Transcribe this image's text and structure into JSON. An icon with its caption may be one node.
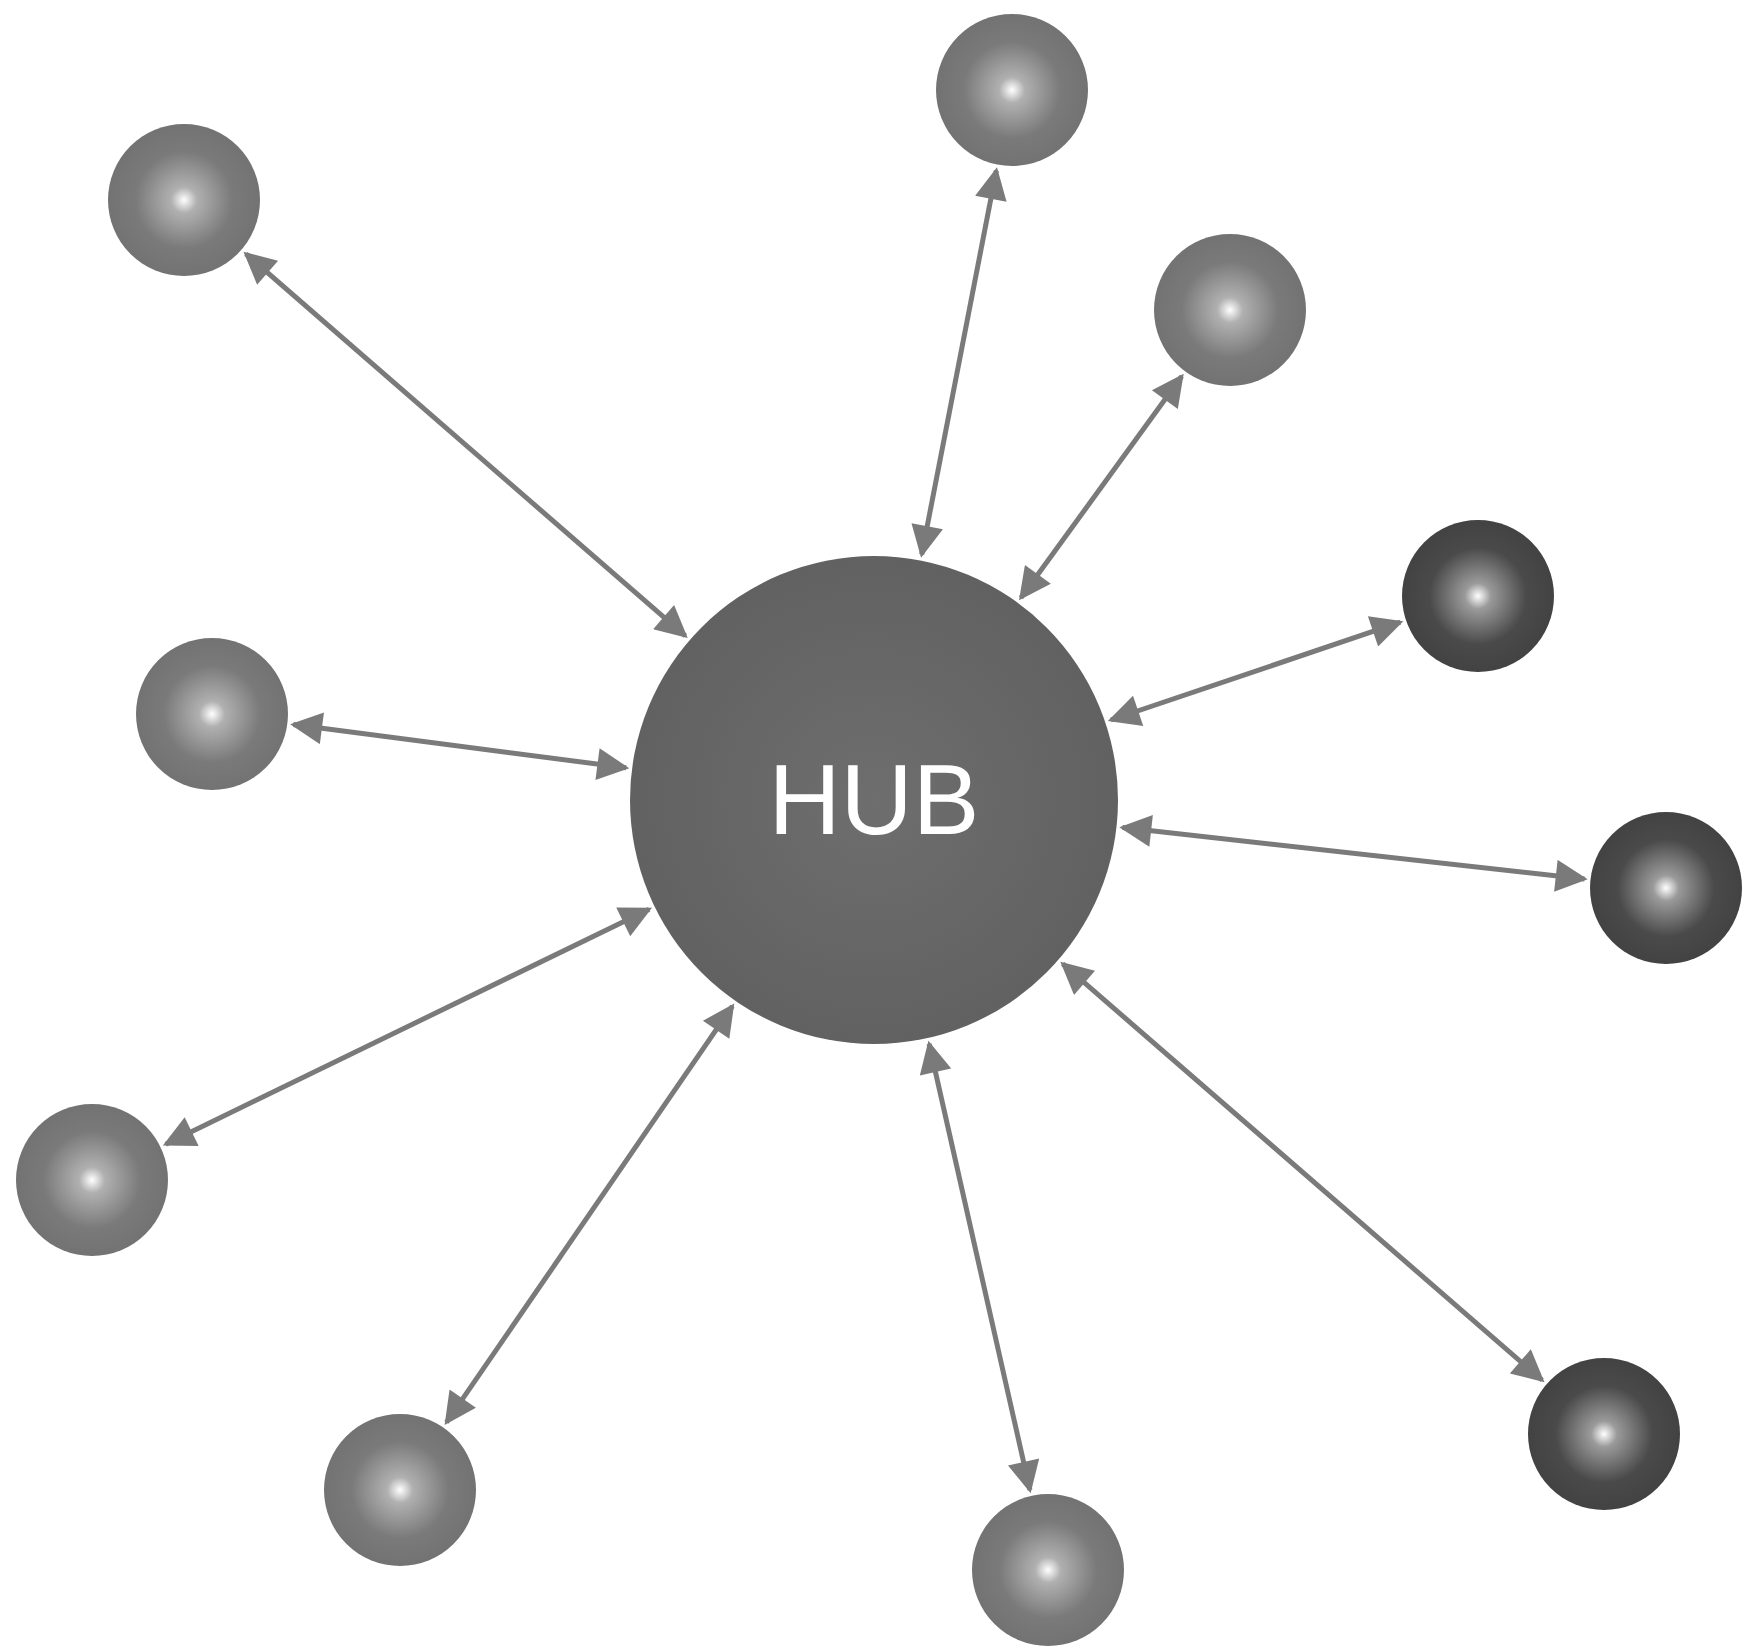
{
  "diagram": {
    "nodes": [
      {
        "text": [
          "HUB"
        ]
      },
      {
        "text": [],
        "shape": "circle"
      },
      {
        "text": [],
        "shape": "circle"
      },
      {
        "text": [],
        "shape": "circle"
      },
      {
        "text": [],
        "shape": "circle"
      },
      {
        "text": [],
        "shape": "circle"
      },
      {
        "text": [],
        "shape": "circle"
      },
      {
        "text": [],
        "shape": "circle"
      },
      {
        "text": [],
        "shape": "circle"
      },
      {
        "text": [],
        "shape": "circle"
      },
      {
        "text": [],
        "shape": "circle"
      }
    ],
    "edges": [
      {
        "from": 0,
        "to": 1,
        "arrow": "both"
      },
      {
        "from": 0,
        "to": 2,
        "arrow": "both"
      },
      {
        "from": 0,
        "to": 3,
        "arrow": "both"
      },
      {
        "from": 0,
        "to": 4,
        "arrow": "both"
      },
      {
        "from": 0,
        "to": 5,
        "arrow": "both"
      },
      {
        "from": 0,
        "to": 6,
        "arrow": "both"
      },
      {
        "from": 0,
        "to": 7,
        "arrow": "both"
      },
      {
        "from": 0,
        "to": 8,
        "arrow": "both"
      },
      {
        "from": 0,
        "to": 9,
        "arrow": "both"
      },
      {
        "from": 0,
        "to": 10,
        "arrow": "both"
      }
    ]
  }
}
